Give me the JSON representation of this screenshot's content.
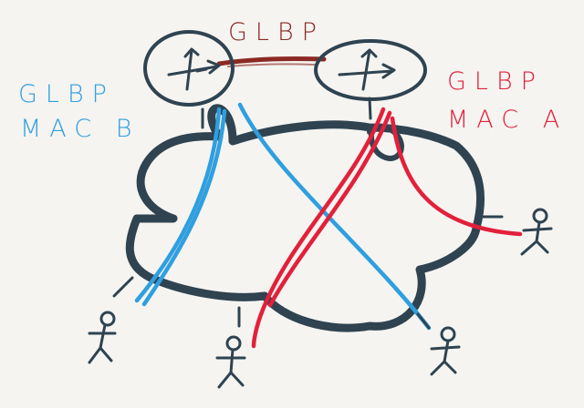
{
  "labels": {
    "top": "GLBP",
    "left_line1": "GLBP",
    "left_line2": "MAC B",
    "right_line1": "GLBP",
    "right_line2": "MAC A"
  },
  "colors": {
    "background": "#f5f4f1",
    "cloud": "#2f4350",
    "glbp_link": "#8b2a24",
    "mac_b": "#2f9fe0",
    "mac_a": "#e3203a",
    "ink": "#2f4350"
  },
  "icons": [
    "router-icon",
    "router-icon",
    "user-icon",
    "user-icon",
    "user-icon",
    "user-icon"
  ]
}
